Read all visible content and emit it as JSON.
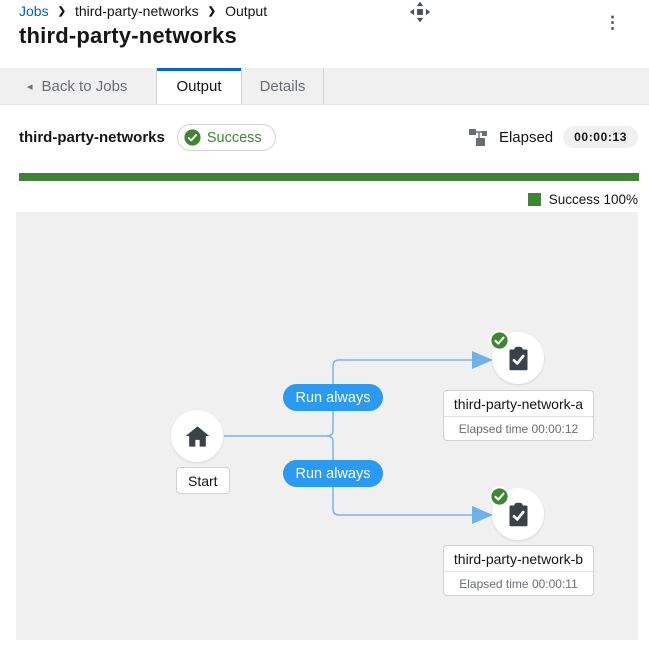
{
  "breadcrumb": {
    "items": [
      {
        "label": "Jobs"
      },
      {
        "label": "third-party-networks"
      },
      {
        "label": "Output"
      }
    ]
  },
  "page": {
    "title": "third-party-networks"
  },
  "icons": {
    "breadcrumb_separator": "❯",
    "back_arrow": "◂",
    "kebab": "⋮"
  },
  "tabs": {
    "back": {
      "label": "Back to Jobs"
    },
    "items": [
      {
        "label": "Output",
        "active": true
      },
      {
        "label": "Details",
        "active": false
      }
    ]
  },
  "status_bar": {
    "job_name": "third-party-networks",
    "status_badge": "Success",
    "elapsed_label": "Elapsed",
    "elapsed_value": "00:00:13"
  },
  "progress": {
    "percent": 100,
    "legend": "Success 100%"
  },
  "workflow": {
    "start_label": "Start",
    "links": [
      {
        "label": "Run always"
      },
      {
        "label": "Run always"
      }
    ],
    "nodes": [
      {
        "name": "third-party-network-a",
        "elapsed": "Elapsed time 00:00:12",
        "status": "success"
      },
      {
        "name": "third-party-network-b",
        "elapsed": "Elapsed time 00:00:11",
        "status": "success"
      }
    ]
  },
  "colors": {
    "success_green": "#3E8635",
    "run_always_blue": "#2B9AF3",
    "link_blue": "#7AB5E8",
    "breadcrumb_link_blue": "#0066CC",
    "active_tab_blue": "#0066CC"
  }
}
